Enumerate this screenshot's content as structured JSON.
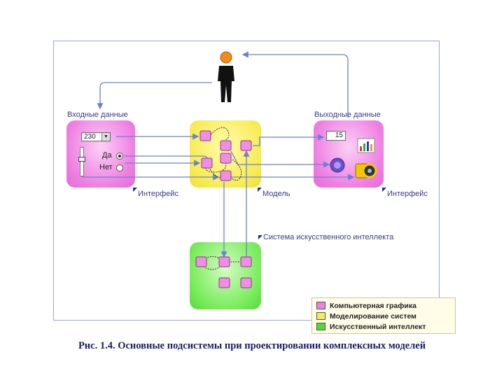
{
  "labels": {
    "input_data": "Входные данные",
    "output_data": "Выходные данные",
    "interface_left": "Интерфейс",
    "model": "Модель",
    "interface_right": "Интерфейс",
    "ai_system": "Система искусственного интеллекта"
  },
  "input_panel": {
    "combo_value": "230",
    "radio_yes": "Да",
    "radio_no": "Нет",
    "selected": "Да"
  },
  "output_panel": {
    "number_value": "15"
  },
  "legend": {
    "items": [
      {
        "label": "Компьютерная графика",
        "color": "#ee80e2"
      },
      {
        "label": "Моделирование систем",
        "color": "#f7ec55"
      },
      {
        "label": "Искусственный интеллект",
        "color": "#55da35"
      }
    ]
  },
  "caption": "Рис. 1.4. Основные подсистемы при проектировании комплексных моделей",
  "colors": {
    "arrow": "#6b7fd6",
    "node": "#f08ee6"
  }
}
